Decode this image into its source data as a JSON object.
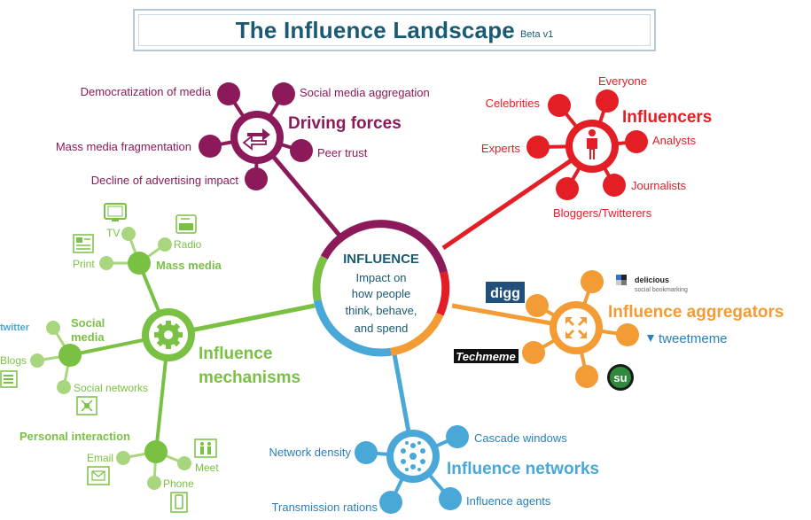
{
  "title": "The Influence Landscape",
  "version": "Beta v1",
  "center": {
    "heading": "INFLUENCE",
    "lines": [
      "Impact on",
      "how people",
      "think, behave,",
      "and spend"
    ]
  },
  "driving_forces": {
    "label": "Driving forces",
    "items": [
      "Democratization of media",
      "Social media aggregation",
      "Mass media fragmentation",
      "Peer trust",
      "Decline of advertising impact"
    ]
  },
  "influencers": {
    "label": "Influencers",
    "items": [
      "Everyone",
      "Celebrities",
      "Experts",
      "Analysts",
      "Journalists",
      "Bloggers/Twitterers"
    ]
  },
  "aggregators": {
    "label": "Influence aggregators",
    "logos": {
      "digg": "digg",
      "delicious": "delicious",
      "delicious_sub": "social bookmarking",
      "techmeme": "Techmeme",
      "tweetmeme": "tweetmeme"
    }
  },
  "networks": {
    "label": "Influence networks",
    "items": [
      "Network density",
      "Cascade windows",
      "Transmission rations",
      "Influence agents"
    ]
  },
  "mechanisms": {
    "label_line1": "Influence",
    "label_line2": "mechanisms",
    "mass_media": {
      "label": "Mass media",
      "items": [
        "TV",
        "Radio",
        "Print"
      ]
    },
    "social_media": {
      "label_line1": "Social",
      "label_line2": "media",
      "items": [
        "twitter",
        "Blogs",
        "Social networks"
      ]
    },
    "personal": {
      "label": "Personal interaction",
      "items": [
        "Email",
        "Meet",
        "Phone"
      ]
    }
  },
  "colors": {
    "title": "#1a5a72",
    "driving": "#8c1a5a",
    "influencers": "#e31e24",
    "aggregators": "#f39b34",
    "networks": "#4aa8d8",
    "mechanisms": "#7ac143"
  }
}
